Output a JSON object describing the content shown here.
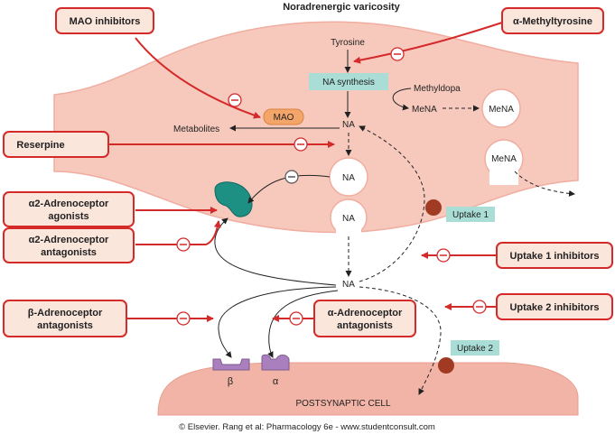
{
  "title": "Noradrenergic varicosity",
  "colors": {
    "cell_fill": "#f7c9bd",
    "cell_stroke": "#f0ada0",
    "drug_red": "#d42a2a",
    "box_fill": "#fbe6dc",
    "teal_box": "#a9ddd6",
    "receptor_teal": "#1d8f83",
    "receptor_purple": "#a980bd",
    "uptake_brown": "#a13a22"
  },
  "drugs": {
    "mao_inhibitors": "MAO inhibitors",
    "methyltyrosine": "α-Methyltyrosine",
    "reserpine": "Reserpine",
    "a2_agonists_l1": "α2-Adrenoceptor",
    "a2_agonists_l2": "agonists",
    "a2_antagonists_l1": "α2-Adrenoceptor",
    "a2_antagonists_l2": "antagonists",
    "uptake1_inhibitors": "Uptake 1 inhibitors",
    "uptake2_inhibitors": "Uptake 2 inhibitors",
    "beta_antagonists_l1": "β-Adrenoceptor",
    "beta_antagonists_l2": "antagonists",
    "alpha_antagonists_l1": "α-Adrenoceptor",
    "alpha_antagonists_l2": "antagonists"
  },
  "labels": {
    "tyrosine": "Tyrosine",
    "na_synthesis": "NA synthesis",
    "methyldopa": "Methyldopa",
    "mena": "MeNA",
    "mena_vesicle": "MeNA",
    "mena_vesicle2": "MeNA",
    "mao": "MAO",
    "metabolites": "Metabolites",
    "na_top": "NA",
    "na_vesicle1": "NA",
    "na_vesicle2": "NA",
    "na_cleft": "NA",
    "uptake1": "Uptake 1",
    "uptake2": "Uptake 2",
    "beta": "β",
    "alpha": "α",
    "postsynaptic": "POSTSYNAPTIC CELL",
    "minus": "−"
  },
  "footer": "© Elsevier. Rang et al: Pharmacology 6e - www.studentconsult.com"
}
